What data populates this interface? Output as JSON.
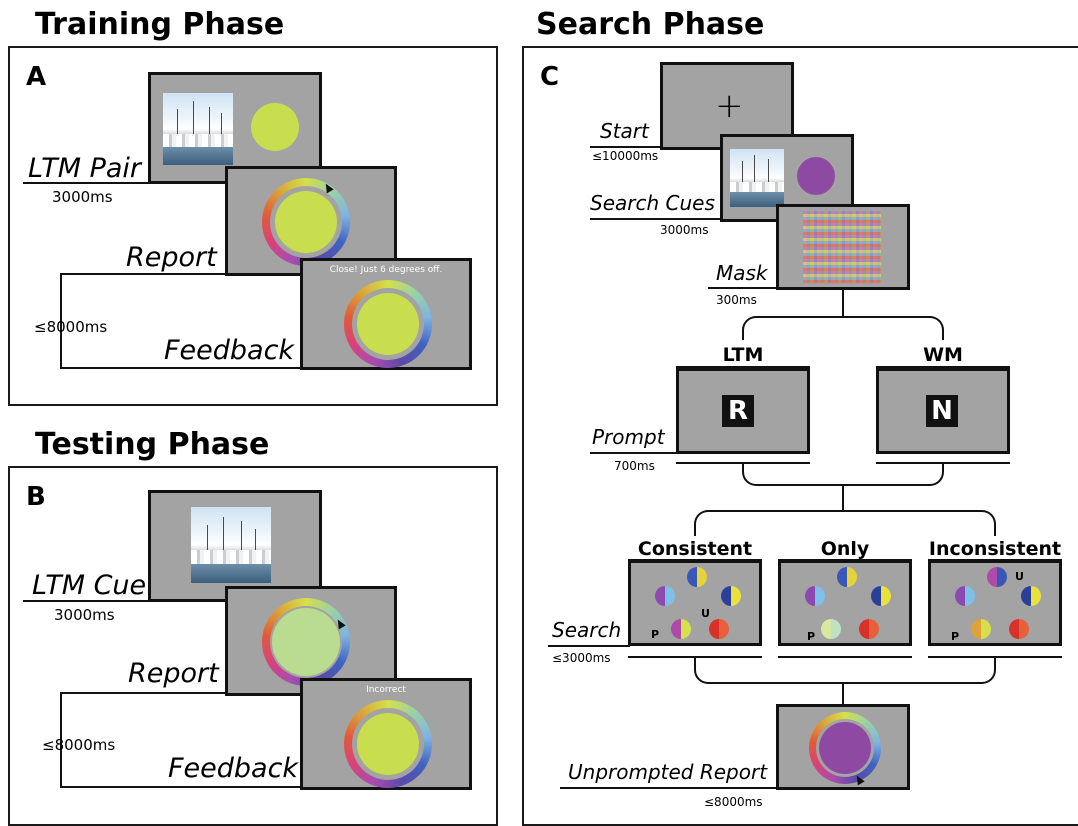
{
  "training": {
    "title": "Training Phase",
    "letter": "A",
    "steps": [
      {
        "label": "LTM Pair",
        "time": "3000ms"
      },
      {
        "label": "Report",
        "time": ""
      },
      {
        "label": "Feedback",
        "time": "≤8000ms"
      }
    ],
    "feedback_text": "Close! Just 6 degrees off."
  },
  "testing": {
    "title": "Testing Phase",
    "letter": "B",
    "steps": [
      {
        "label": "LTM Cue",
        "time": "3000ms"
      },
      {
        "label": "Report",
        "time": ""
      },
      {
        "label": "Feedback",
        "time": "≤8000ms"
      }
    ],
    "feedback_text": "Incorrect"
  },
  "search": {
    "title": "Search Phase",
    "letter": "C",
    "start": {
      "label": "Start",
      "time": "≤10000ms",
      "symbol": "+"
    },
    "cues": {
      "label": "Search Cues",
      "time": "3000ms"
    },
    "mask": {
      "label": "Mask",
      "time": "300ms"
    },
    "prompt": {
      "label": "Prompt",
      "time": "700ms"
    },
    "prompt_conditions": [
      {
        "head": "LTM",
        "letter": "R"
      },
      {
        "head": "WM",
        "letter": "N"
      }
    ],
    "search_step": {
      "label": "Search",
      "time": "≤3000ms"
    },
    "search_conditions": [
      {
        "head": "Consistent",
        "p": "P",
        "u": "U"
      },
      {
        "head": "Only",
        "p": "P",
        "u": ""
      },
      {
        "head": "Inconsistent",
        "p": "P",
        "u": "U"
      }
    ],
    "unprompted": {
      "label": "Unprompted Report",
      "time": "≤8000ms"
    }
  },
  "colors": {
    "screen_gray": "#a3a3a3",
    "lime": "#c8de4e",
    "pale_lime": "#b9dc91",
    "purple": "#8e4aa3"
  }
}
